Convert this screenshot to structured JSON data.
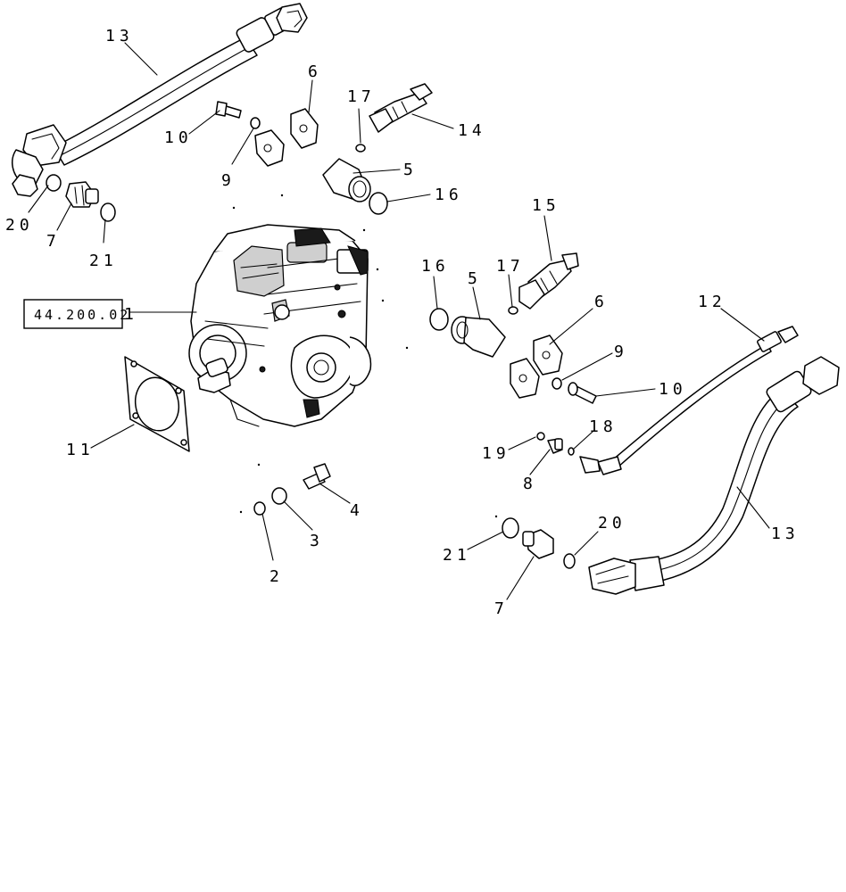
{
  "reference_box": {
    "text": "44.200.02",
    "item": "1"
  },
  "callouts": [
    {
      "id": "c13a",
      "text": "13"
    },
    {
      "id": "c6a",
      "text": "6"
    },
    {
      "id": "c17a",
      "text": "17"
    },
    {
      "id": "c14",
      "text": "14"
    },
    {
      "id": "c10a",
      "text": "10"
    },
    {
      "id": "c9a",
      "text": "9"
    },
    {
      "id": "c5a",
      "text": "5"
    },
    {
      "id": "c16a",
      "text": "16"
    },
    {
      "id": "c20a",
      "text": "20"
    },
    {
      "id": "c7a",
      "text": "7"
    },
    {
      "id": "c21a",
      "text": "21"
    },
    {
      "id": "c15",
      "text": "15"
    },
    {
      "id": "c16b",
      "text": "16"
    },
    {
      "id": "c5b",
      "text": "5"
    },
    {
      "id": "c17b",
      "text": "17"
    },
    {
      "id": "c6b",
      "text": "6"
    },
    {
      "id": "c12",
      "text": "12"
    },
    {
      "id": "c9b",
      "text": "9"
    },
    {
      "id": "c10b",
      "text": "10"
    },
    {
      "id": "c11",
      "text": "11"
    },
    {
      "id": "c18",
      "text": "18"
    },
    {
      "id": "c19",
      "text": "19"
    },
    {
      "id": "c8",
      "text": "8"
    },
    {
      "id": "c4",
      "text": "4"
    },
    {
      "id": "c3",
      "text": "3"
    },
    {
      "id": "c2",
      "text": "2"
    },
    {
      "id": "c13b",
      "text": "13"
    },
    {
      "id": "c21b",
      "text": "21"
    },
    {
      "id": "c20b",
      "text": "20"
    },
    {
      "id": "c7b",
      "text": "7"
    }
  ]
}
